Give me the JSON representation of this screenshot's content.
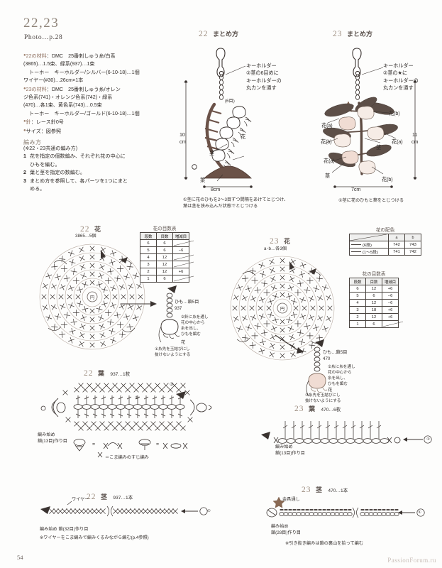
{
  "page": {
    "title_numbers": "22,23",
    "photo_ref": "Photo…p.28",
    "page_number": "54",
    "watermark": "PassionForum.ru"
  },
  "materials": {
    "item22": {
      "label": "22の材料",
      "lines": [
        "：DMC　25番刺しゅう糸/白系",
        "(3865)…1.5束、緑系(937)…1束",
        "トーホー　キーホルダー/シルバー(6-10-18)…1個",
        "ワイヤー(#30)…26cm×1本"
      ]
    },
    "item23": {
      "label": "23の材料",
      "lines": [
        "：DMC　25番刺しゅう糸/オレン",
        "ジ色系(741)・オレンジ色系(742)・緑系",
        "(470)…各1束、黄色系(743)…0.5束",
        "トーホー　キーホルダー/ゴールド(6-10-18)…1個"
      ]
    },
    "needle": {
      "label": "針",
      "text": "：レース針0号"
    },
    "size": {
      "label": "サイズ",
      "text": "：図参照"
    }
  },
  "howto": {
    "heading": "編み方",
    "note": "(※22・23共通の編み方)",
    "steps": [
      {
        "num": "1",
        "text": "花を指定の個数編み、それぞれ花の中心に"
      },
      {
        "num": "",
        "text": "ひもを編む。"
      },
      {
        "num": "2",
        "text": "葉と茎を指定の数編む。"
      },
      {
        "num": "3",
        "text": "まとめ方を参照して、各パーツを1つにまと"
      },
      {
        "num": "",
        "text": "める。"
      }
    ]
  },
  "assembly22": {
    "heading_num": "22",
    "heading_kana": "まとめ方",
    "labels": {
      "keyholder": "キーホルダー",
      "note_step2": [
        "②茎の6目めに",
        "キーホルダーの",
        "丸カンを通す"
      ],
      "stitch6": "(6目)",
      "flower": "花",
      "stem": "茎",
      "leaf": "葉",
      "height": "10",
      "height_unit": "cm",
      "width": "8cm",
      "footnote": [
        "①茎に花のひもを2～3目ずつ間隔をあけてとじつけ、",
        "葉は茎を挟み込んだ状態でとじつける"
      ]
    }
  },
  "assembly23": {
    "heading_num": "23",
    "heading_kana": "まとめ方",
    "labels": {
      "keyholder": "キーホルダー",
      "note_step2": [
        "②茎の★に",
        "キーホルダーの",
        "丸カンを通す"
      ],
      "flower_a": "花(a)",
      "flower_b": "花(b)",
      "stem": "茎",
      "height": "11",
      "height_unit": "cm",
      "width": "7cm",
      "footnote": "①茎に花のひもと葉をとじつける"
    }
  },
  "flower22": {
    "heading_num": "22",
    "heading_kana": "花",
    "sub": "3865…5個",
    "center_mark": "円",
    "table": {
      "caption": "花の目数表",
      "headers": [
        "段数",
        "目数",
        "増減目"
      ],
      "rows": [
        [
          "6",
          "6",
          ""
        ],
        [
          "5",
          "6",
          "−6"
        ],
        [
          "4",
          "12",
          ""
        ],
        [
          "3",
          "12",
          ""
        ],
        [
          "2",
          "12",
          "+6"
        ],
        [
          "1",
          "6",
          ""
        ]
      ]
    },
    "cord": {
      "label_cord": "ひも…鎖5目",
      "thread": "937",
      "note2": [
        "②針に糸を通し",
        "花の中心から",
        "糸を出し、",
        "ひもを編む"
      ],
      "label_flower": "花",
      "note1": [
        "①糸先を玉結びにし",
        "抜けないようにする"
      ]
    }
  },
  "flower23": {
    "heading_num": "23",
    "heading_kana": "花",
    "sub": "a･b…各3個",
    "color_table": {
      "caption": "花の配色",
      "col_headers": [
        "",
        "a",
        "b"
      ],
      "rows": [
        [
          "(6段)",
          "742",
          "743"
        ],
        [
          "(1～5段)",
          "741",
          "742"
        ]
      ]
    },
    "table": {
      "caption": "花の目数表",
      "headers": [
        "段数",
        "目数",
        "増減目"
      ],
      "rows": [
        [
          "6",
          "12",
          "+6"
        ],
        [
          "5",
          "6",
          "−6"
        ],
        [
          "4",
          "12",
          "−6"
        ],
        [
          "3",
          "18",
          "+6"
        ],
        [
          "2",
          "12",
          "+6"
        ],
        [
          "1",
          "6",
          ""
        ]
      ]
    },
    "cord": {
      "label_cord": "ひも…鎖5目",
      "thread": "470",
      "note2": [
        "②糸に糸を通し",
        "花の中心から",
        "糸を出し、",
        "ひもを編む"
      ],
      "label_flower": "花",
      "note1": [
        "③糸先を玉結びにし",
        "抜けないようにする"
      ]
    }
  },
  "leaf22": {
    "heading_num": "22",
    "heading_kana": "葉",
    "sub": "937…1枚",
    "start": [
      "編み始め",
      "鎖(13目)作り目"
    ],
    "row_marks": [
      "①",
      "③"
    ],
    "legend": {
      "eq1_left": "",
      "eq": "=",
      "note": "＝こま編みのすじ編み"
    }
  },
  "leaf23": {
    "heading_num": "23",
    "heading_kana": "葉",
    "sub": "470…6枚",
    "start": [
      "編み始め",
      "鎖(13目)作り目"
    ],
    "row_mark": "①"
  },
  "stem22": {
    "heading_num": "22",
    "heading_kana": "茎",
    "sub": "937…1本",
    "wire_label": "ワイヤー",
    "start": "編み始め 鎖(32目)作り目",
    "note": "※ワイヤーをこま編みで編みくるみながら編む(p.4参照)",
    "row_mark": "①"
  },
  "stem23": {
    "heading_num": "23",
    "heading_kana": "茎",
    "sub": "470…1本",
    "star_label": "金具通し",
    "start": [
      "編み始め",
      "鎖(28目)作り目"
    ],
    "note": "※引き抜き編みは鎖の裏山を拾って編む",
    "row_mark": "①"
  },
  "colors": {
    "accent_brown": "#8e7060",
    "ink": "#3a3330",
    "leaf_dark": "#5d4f48",
    "flower_pink": "#efdcd4",
    "flower_cream": "#f6ece6",
    "heading_gray": "#9d8e80"
  }
}
